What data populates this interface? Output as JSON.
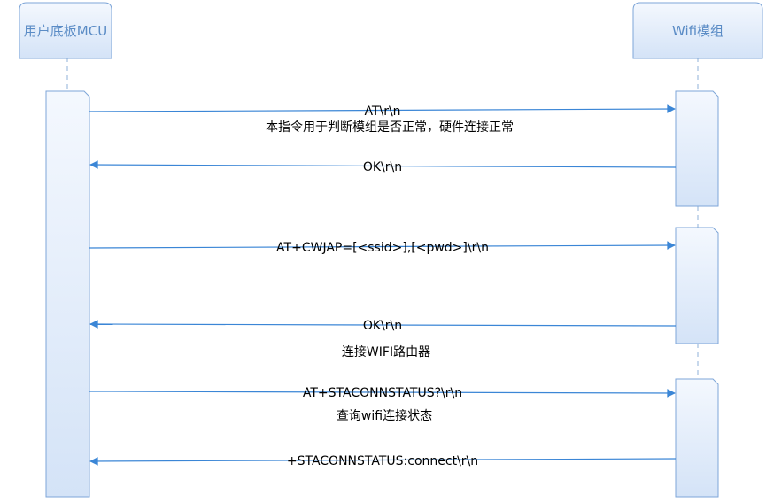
{
  "colors": {
    "box_fill_top": "#f4f8fe",
    "box_fill_bottom": "#d4e3f7",
    "box_stroke": "#7ea6d8",
    "participant_text": "#5b8cc6",
    "lifeline": "#8fb0da",
    "arrow": "#3b86d6",
    "text": "#000000"
  },
  "participants": [
    {
      "id": "mcu",
      "label": "用户底板MCU"
    },
    {
      "id": "wifi",
      "label": "Wifi模组"
    }
  ],
  "messages": [
    {
      "id": "m1",
      "from": "mcu",
      "to": "wifi",
      "label": "AT\\r\\n"
    },
    {
      "id": "m2",
      "from": "wifi",
      "to": "mcu",
      "label": "OK\\r\\n"
    },
    {
      "id": "m3",
      "from": "mcu",
      "to": "wifi",
      "label": "AT+CWJAP=[<ssid>],[<pwd>]\\r\\n"
    },
    {
      "id": "m4",
      "from": "wifi",
      "to": "mcu",
      "label": "OK\\r\\n"
    },
    {
      "id": "m5",
      "from": "mcu",
      "to": "wifi",
      "label": "AT+STACONNSTATUS?\\r\\n"
    },
    {
      "id": "m6",
      "from": "wifi",
      "to": "mcu",
      "label": "+STACONNSTATUS:connect\\r\\n"
    }
  ],
  "notes": [
    {
      "id": "n1",
      "text": "本指令用于判断模组是否正常，硬件连接正常"
    },
    {
      "id": "n2",
      "text": "连接WIFI路由器"
    },
    {
      "id": "n3",
      "text": "查询wifi连接状态"
    }
  ]
}
